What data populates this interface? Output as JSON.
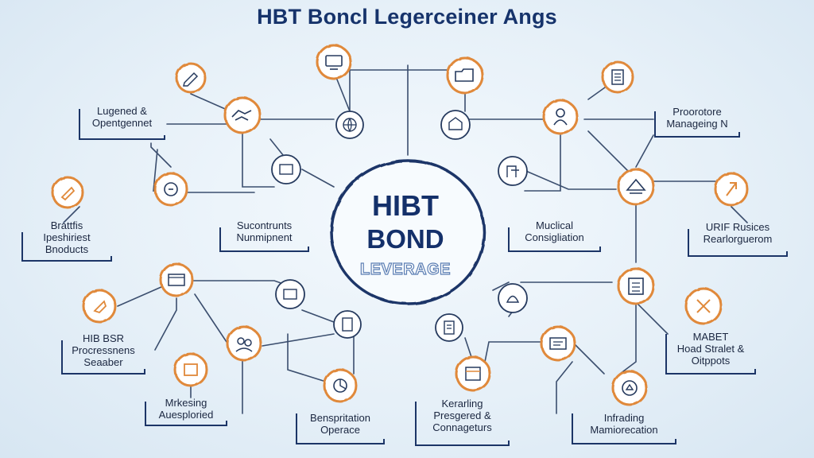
{
  "title": "HBT Boncl Legerceiner Angs",
  "hub": {
    "line1": "HIBT",
    "line2": "BOND",
    "line3": "LEVERAGE"
  },
  "colors": {
    "orange": "#e0893a",
    "navy": "#16336b",
    "line": "#3b4e6e",
    "background": "#e6f0f8"
  },
  "labels": {
    "legend": "Lugened &\nOpentgennet",
    "brands": "Brattfis\nIpeshiriest\nBnoducts",
    "hibbsr": "HIB BSR\nProcressnens\nSeaaber",
    "marketing": "Mrkesing\nAuesploried",
    "suconstruct": "Sucontrunts\nNunmipnent",
    "promotion": "Proorotore\nManageing N",
    "musical": "Muclical\nConsigliation",
    "urif": "URIF Rusices\nRearlorguerom",
    "mabet": "MABET\nHoad Stralet &\nOitppots",
    "benspritation": "Benspritation\nOperace",
    "kerarling": "Kerarling\nPresgered &\nConnageturs",
    "infrading": "Infrading\nMamiorecation"
  },
  "icons": {
    "edit-pencil": "edit-pencil-icon",
    "handshake": "handshake-icon",
    "globe": "globe-icon",
    "bank-building": "bank-building-icon",
    "target": "target-icon",
    "folder": "folder-icon",
    "chat-bubble": "chat-bubble-icon",
    "monitor": "monitor-icon",
    "people-group": "people-group-icon",
    "notepad": "notepad-icon",
    "calendar": "calendar-icon",
    "document-list": "document-list-icon",
    "money-bag": "money-bag-icon",
    "government": "government-icon",
    "person-chart": "person-chart-icon",
    "gear": "gear-icon",
    "handshake-alt": "handshake-alt-icon",
    "checklist": "checklist-icon",
    "clipboard": "clipboard-icon",
    "check-mark": "check-mark-icon",
    "browser-window": "browser-window-icon",
    "cart": "cart-icon",
    "badge": "badge-icon",
    "box": "box-icon",
    "pie": "pie-icon"
  }
}
